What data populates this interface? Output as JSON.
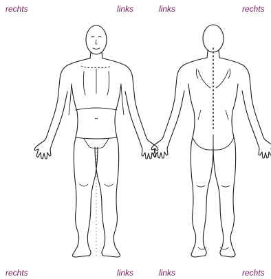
{
  "labels": {
    "top": {
      "front_right": "rechts",
      "front_left": "links",
      "back_left": "links",
      "back_right": "rechts"
    },
    "bottom": {
      "front_right": "rechts",
      "front_left": "links",
      "back_left": "links",
      "back_right": "rechts"
    }
  },
  "colors": {
    "label_color": "#7b1a5b",
    "line_color": "#1a1a1a",
    "background": "#ffffff"
  },
  "icons": {
    "front_figure": "human-body-front-outline",
    "back_figure": "human-body-back-outline"
  }
}
